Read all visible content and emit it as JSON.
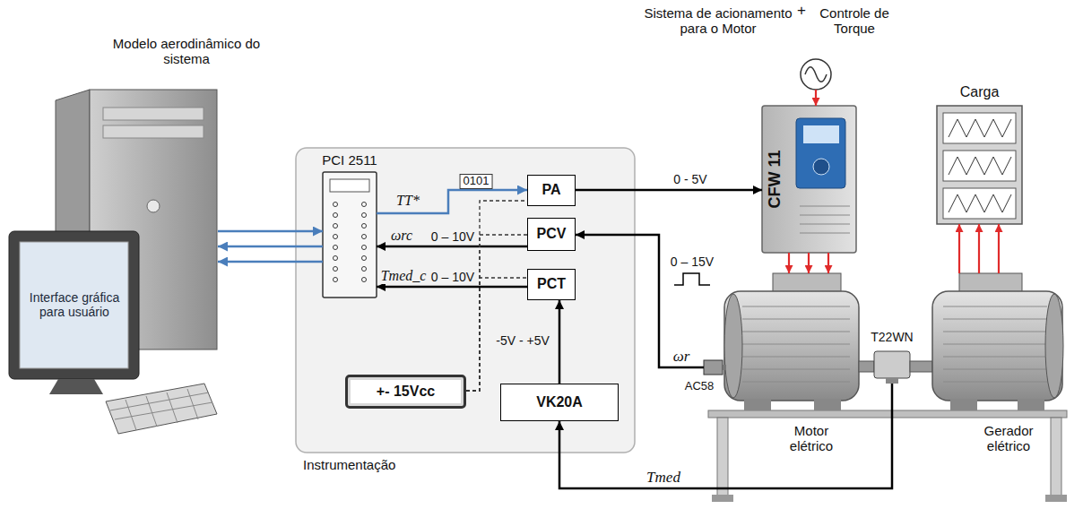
{
  "diagram": {
    "nodes": [
      {
        "text": [
          "Modelo aerodinâmico do sistema",
          "Interface gráfica para usuário"
        ]
      },
      {
        "text": [
          "Instrumentação"
        ]
      },
      {
        "text": [
          "PCI 2511"
        ],
        "in": 1
      },
      {
        "text": [
          "PA"
        ],
        "in": 1
      },
      {
        "text": [
          "PCV"
        ],
        "in": 1
      },
      {
        "text": [
          "PCT"
        ],
        "in": 1
      },
      {
        "text": [
          "+- 15Vcc"
        ],
        "in": 1
      },
      {
        "text": [
          "VK20A"
        ],
        "in": 1
      },
      {
        "text": [
          "Sistema de acionamento para o Motor",
          "+",
          "Controle de Torque"
        ]
      },
      {
        "text": [
          "CFW 11"
        ]
      },
      {
        "text": [
          "Carga"
        ]
      },
      {
        "text": [
          "AC58"
        ]
      },
      {
        "text": [
          "Motor elétrico"
        ]
      },
      {
        "text": [
          "T22WN"
        ]
      },
      {
        "text": [
          "Gerador elétrico"
        ]
      }
    ],
    "edges": [
      {
        "from": 0,
        "to": 2,
        "arrow": "to"
      },
      {
        "from": 2,
        "to": 0,
        "arrow": "to"
      },
      {
        "from": 2,
        "to": 0,
        "arrow": "to"
      },
      {
        "from": 2,
        "to": 3,
        "label": "0101",
        "arrow": "to"
      },
      {
        "from": 4,
        "to": 2,
        "label": "0 – 10V",
        "arrow": "to"
      },
      {
        "from": 5,
        "to": 2,
        "label": "0 – 10V",
        "arrow": "to"
      },
      {
        "from": 6,
        "to": 3,
        "arrow": "none"
      },
      {
        "from": 6,
        "to": 4,
        "arrow": "none"
      },
      {
        "from": 6,
        "to": 5,
        "arrow": "none"
      },
      {
        "from": 7,
        "to": 5,
        "label": "-5V - +5V",
        "arrow": "to"
      },
      {
        "from": 13,
        "to": 7,
        "label": "Tmed",
        "arrow": "to"
      },
      {
        "from": 3,
        "to": 9,
        "label": "0 - 5V",
        "arrow": "to"
      },
      {
        "from": 11,
        "to": 4,
        "label": "ωr",
        "arrow": "to"
      },
      {
        "from": 8,
        "to": 9,
        "arrow": "to"
      },
      {
        "from": 9,
        "to": 12,
        "arrow": "to"
      },
      {
        "from": 9,
        "to": 12,
        "arrow": "to"
      },
      {
        "from": 9,
        "to": 12,
        "arrow": "to"
      },
      {
        "from": 14,
        "to": 10,
        "arrow": "to"
      },
      {
        "from": 14,
        "to": 10,
        "arrow": "to"
      },
      {
        "from": 14,
        "to": 10,
        "arrow": "to"
      }
    ],
    "labels": [
      "TT*",
      "ωrc",
      "Tmed_c",
      "0 – 15V"
    ]
  }
}
